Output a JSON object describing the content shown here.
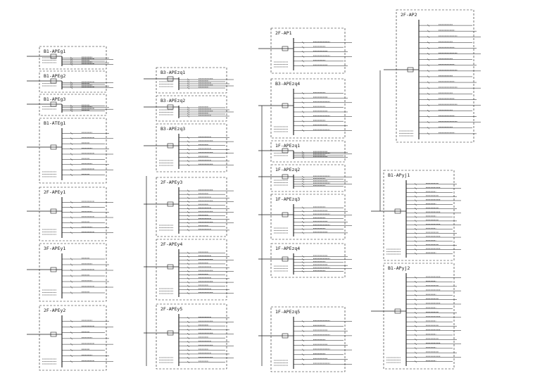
{
  "panels": [
    {
      "id": "c1p1",
      "title": "B1-APEg1",
      "caption": ""
    },
    {
      "id": "c1p2",
      "title": "B1-APEg2",
      "caption": ""
    },
    {
      "id": "c1p3",
      "title": "B1-APEg3",
      "caption": ""
    },
    {
      "id": "c1p4",
      "title": "B1-ATEg1",
      "caption": ""
    },
    {
      "id": "c1p5",
      "title": "2F-APEy1",
      "caption": ""
    },
    {
      "id": "c1p6",
      "title": "3F-APEy1",
      "caption": ""
    },
    {
      "id": "c1p7",
      "title": "2F-APEy2",
      "caption": ""
    },
    {
      "id": "c2p1",
      "title": "B3-APEzq1",
      "caption": ""
    },
    {
      "id": "c2p2",
      "title": "B3-APEzq2",
      "caption": ""
    },
    {
      "id": "c2p3",
      "title": "B3-APEzq3",
      "caption": ""
    },
    {
      "id": "c2p4",
      "title": "2F-APEy3",
      "caption": ""
    },
    {
      "id": "c2p5",
      "title": "2F-APEy4",
      "caption": ""
    },
    {
      "id": "c2p6",
      "title": "2F-APEy5",
      "caption": ""
    },
    {
      "id": "c3p1",
      "title": "2F-AP1",
      "caption": ""
    },
    {
      "id": "c3p2",
      "title": "B3-APEzq4",
      "caption": ""
    },
    {
      "id": "c3p3",
      "title": "1F-APEzq1",
      "caption": ""
    },
    {
      "id": "c3p4",
      "title": "1F-APEzq2",
      "caption": ""
    },
    {
      "id": "c3p5",
      "title": "1F-APEzq3",
      "caption": ""
    },
    {
      "id": "c3p6",
      "title": "1F-APEzq4",
      "caption": ""
    },
    {
      "id": "c3p7",
      "title": "1F-APEzq5",
      "caption": ""
    },
    {
      "id": "c4p1",
      "title": "2F-AP2",
      "caption": ""
    },
    {
      "id": "c4p2",
      "title": "B1-APyj1",
      "caption": ""
    },
    {
      "id": "c4p3",
      "title": "B1-APyj2",
      "caption": ""
    }
  ]
}
